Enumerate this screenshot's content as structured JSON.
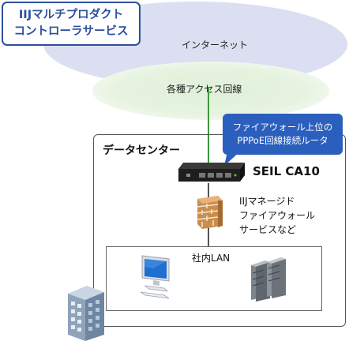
{
  "title": {
    "line1": "IIJマルチプロダクト",
    "line2": "コントローラサービス"
  },
  "clouds": {
    "internet": "インターネット",
    "access": "各種アクセス回線"
  },
  "datacenter": {
    "label": "データセンター"
  },
  "callout": {
    "line1": "ファイアウォール上位の",
    "line2": "PPPoE回線接続ルータ"
  },
  "router": {
    "label": "SEIL CA10"
  },
  "firewall": {
    "line1": "IIJマネージド",
    "line2": "ファイアウォール",
    "line3": "サービスなど"
  },
  "lan": {
    "label": "社内LAN"
  },
  "icons": [
    "router-icon",
    "firewall-icon",
    "pc-icon",
    "server-icon",
    "building-icon"
  ],
  "colors": {
    "title_border": "#2c4f9e",
    "internet_fill": "#dcdff2",
    "access_fill": "#dff0d8",
    "callout_fill": "#2b5fbe",
    "link_green": "#3a9a3a"
  }
}
